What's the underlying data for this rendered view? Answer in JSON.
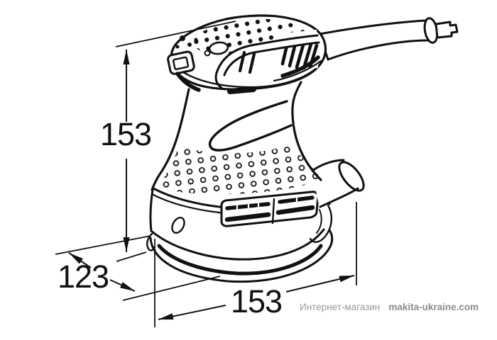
{
  "diagram": {
    "type": "technical-drawing",
    "line_color": "#111111",
    "dimensions": {
      "height": {
        "value": "153"
      },
      "depth": {
        "value": "123"
      },
      "width": {
        "value": "153"
      }
    }
  },
  "watermark": {
    "store_label": "Интернет-магазин",
    "site_name": "makita-ukraine.com",
    "color": "#9a9a9a"
  }
}
